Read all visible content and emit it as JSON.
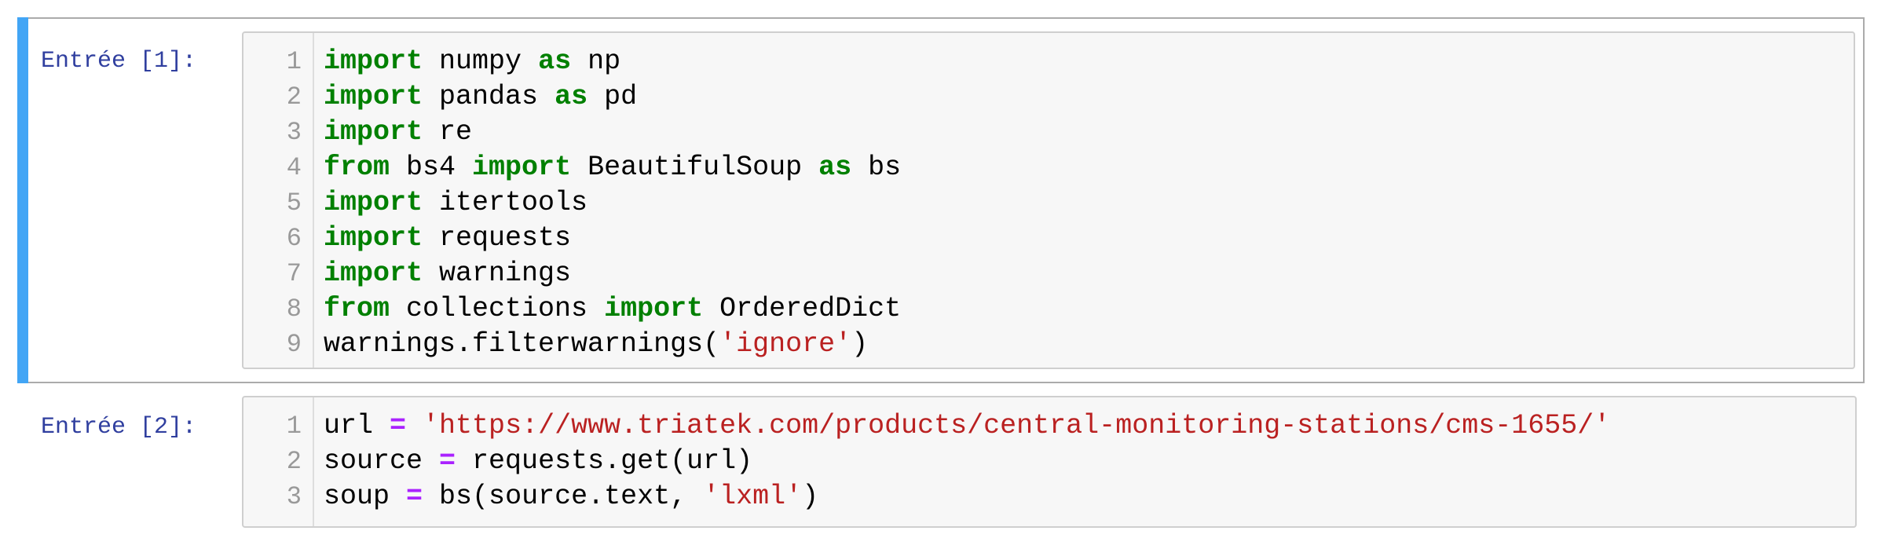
{
  "cells": [
    {
      "prompt": "Entrée [1]:",
      "active": true,
      "lines": [
        {
          "n": "1",
          "tokens": [
            {
              "t": "kw",
              "v": "import"
            },
            {
              "t": "txt",
              "v": " numpy "
            },
            {
              "t": "kw",
              "v": "as"
            },
            {
              "t": "txt",
              "v": " np"
            }
          ]
        },
        {
          "n": "2",
          "tokens": [
            {
              "t": "kw",
              "v": "import"
            },
            {
              "t": "txt",
              "v": " pandas "
            },
            {
              "t": "kw",
              "v": "as"
            },
            {
              "t": "txt",
              "v": " pd"
            }
          ]
        },
        {
          "n": "3",
          "tokens": [
            {
              "t": "kw",
              "v": "import"
            },
            {
              "t": "txt",
              "v": " re"
            }
          ]
        },
        {
          "n": "4",
          "tokens": [
            {
              "t": "kw",
              "v": "from"
            },
            {
              "t": "txt",
              "v": " bs4 "
            },
            {
              "t": "kw",
              "v": "import"
            },
            {
              "t": "txt",
              "v": " BeautifulSoup "
            },
            {
              "t": "kw",
              "v": "as"
            },
            {
              "t": "txt",
              "v": " bs"
            }
          ]
        },
        {
          "n": "5",
          "tokens": [
            {
              "t": "kw",
              "v": "import"
            },
            {
              "t": "txt",
              "v": " itertools"
            }
          ]
        },
        {
          "n": "6",
          "tokens": [
            {
              "t": "kw",
              "v": "import"
            },
            {
              "t": "txt",
              "v": " requests"
            }
          ]
        },
        {
          "n": "7",
          "tokens": [
            {
              "t": "kw",
              "v": "import"
            },
            {
              "t": "txt",
              "v": " warnings"
            }
          ]
        },
        {
          "n": "8",
          "tokens": [
            {
              "t": "kw",
              "v": "from"
            },
            {
              "t": "txt",
              "v": " collections "
            },
            {
              "t": "kw",
              "v": "import"
            },
            {
              "t": "txt",
              "v": " OrderedDict"
            }
          ]
        },
        {
          "n": "9",
          "tokens": [
            {
              "t": "txt",
              "v": "warnings.filterwarnings("
            },
            {
              "t": "str",
              "v": "'ignore'"
            },
            {
              "t": "txt",
              "v": ")"
            }
          ]
        }
      ]
    },
    {
      "prompt": "Entrée [2]:",
      "active": false,
      "lines": [
        {
          "n": "1",
          "tokens": [
            {
              "t": "txt",
              "v": "url "
            },
            {
              "t": "op",
              "v": "="
            },
            {
              "t": "txt",
              "v": " "
            },
            {
              "t": "str",
              "v": "'https://www.triatek.com/products/central-monitoring-stations/cms-1655/'"
            }
          ]
        },
        {
          "n": "2",
          "tokens": [
            {
              "t": "txt",
              "v": "source "
            },
            {
              "t": "op",
              "v": "="
            },
            {
              "t": "txt",
              "v": " requests.get(url)"
            }
          ]
        },
        {
          "n": "3",
          "tokens": [
            {
              "t": "txt",
              "v": "soup "
            },
            {
              "t": "op",
              "v": "="
            },
            {
              "t": "txt",
              "v": " bs(source.text, "
            },
            {
              "t": "str",
              "v": "'lxml'"
            },
            {
              "t": "txt",
              "v": ")"
            }
          ]
        }
      ]
    }
  ],
  "colors": {
    "selected_bar": "#42a5f5",
    "prompt": "#303f9f",
    "keyword": "#008000",
    "string": "#ba2121",
    "operator": "#aa22ff"
  }
}
